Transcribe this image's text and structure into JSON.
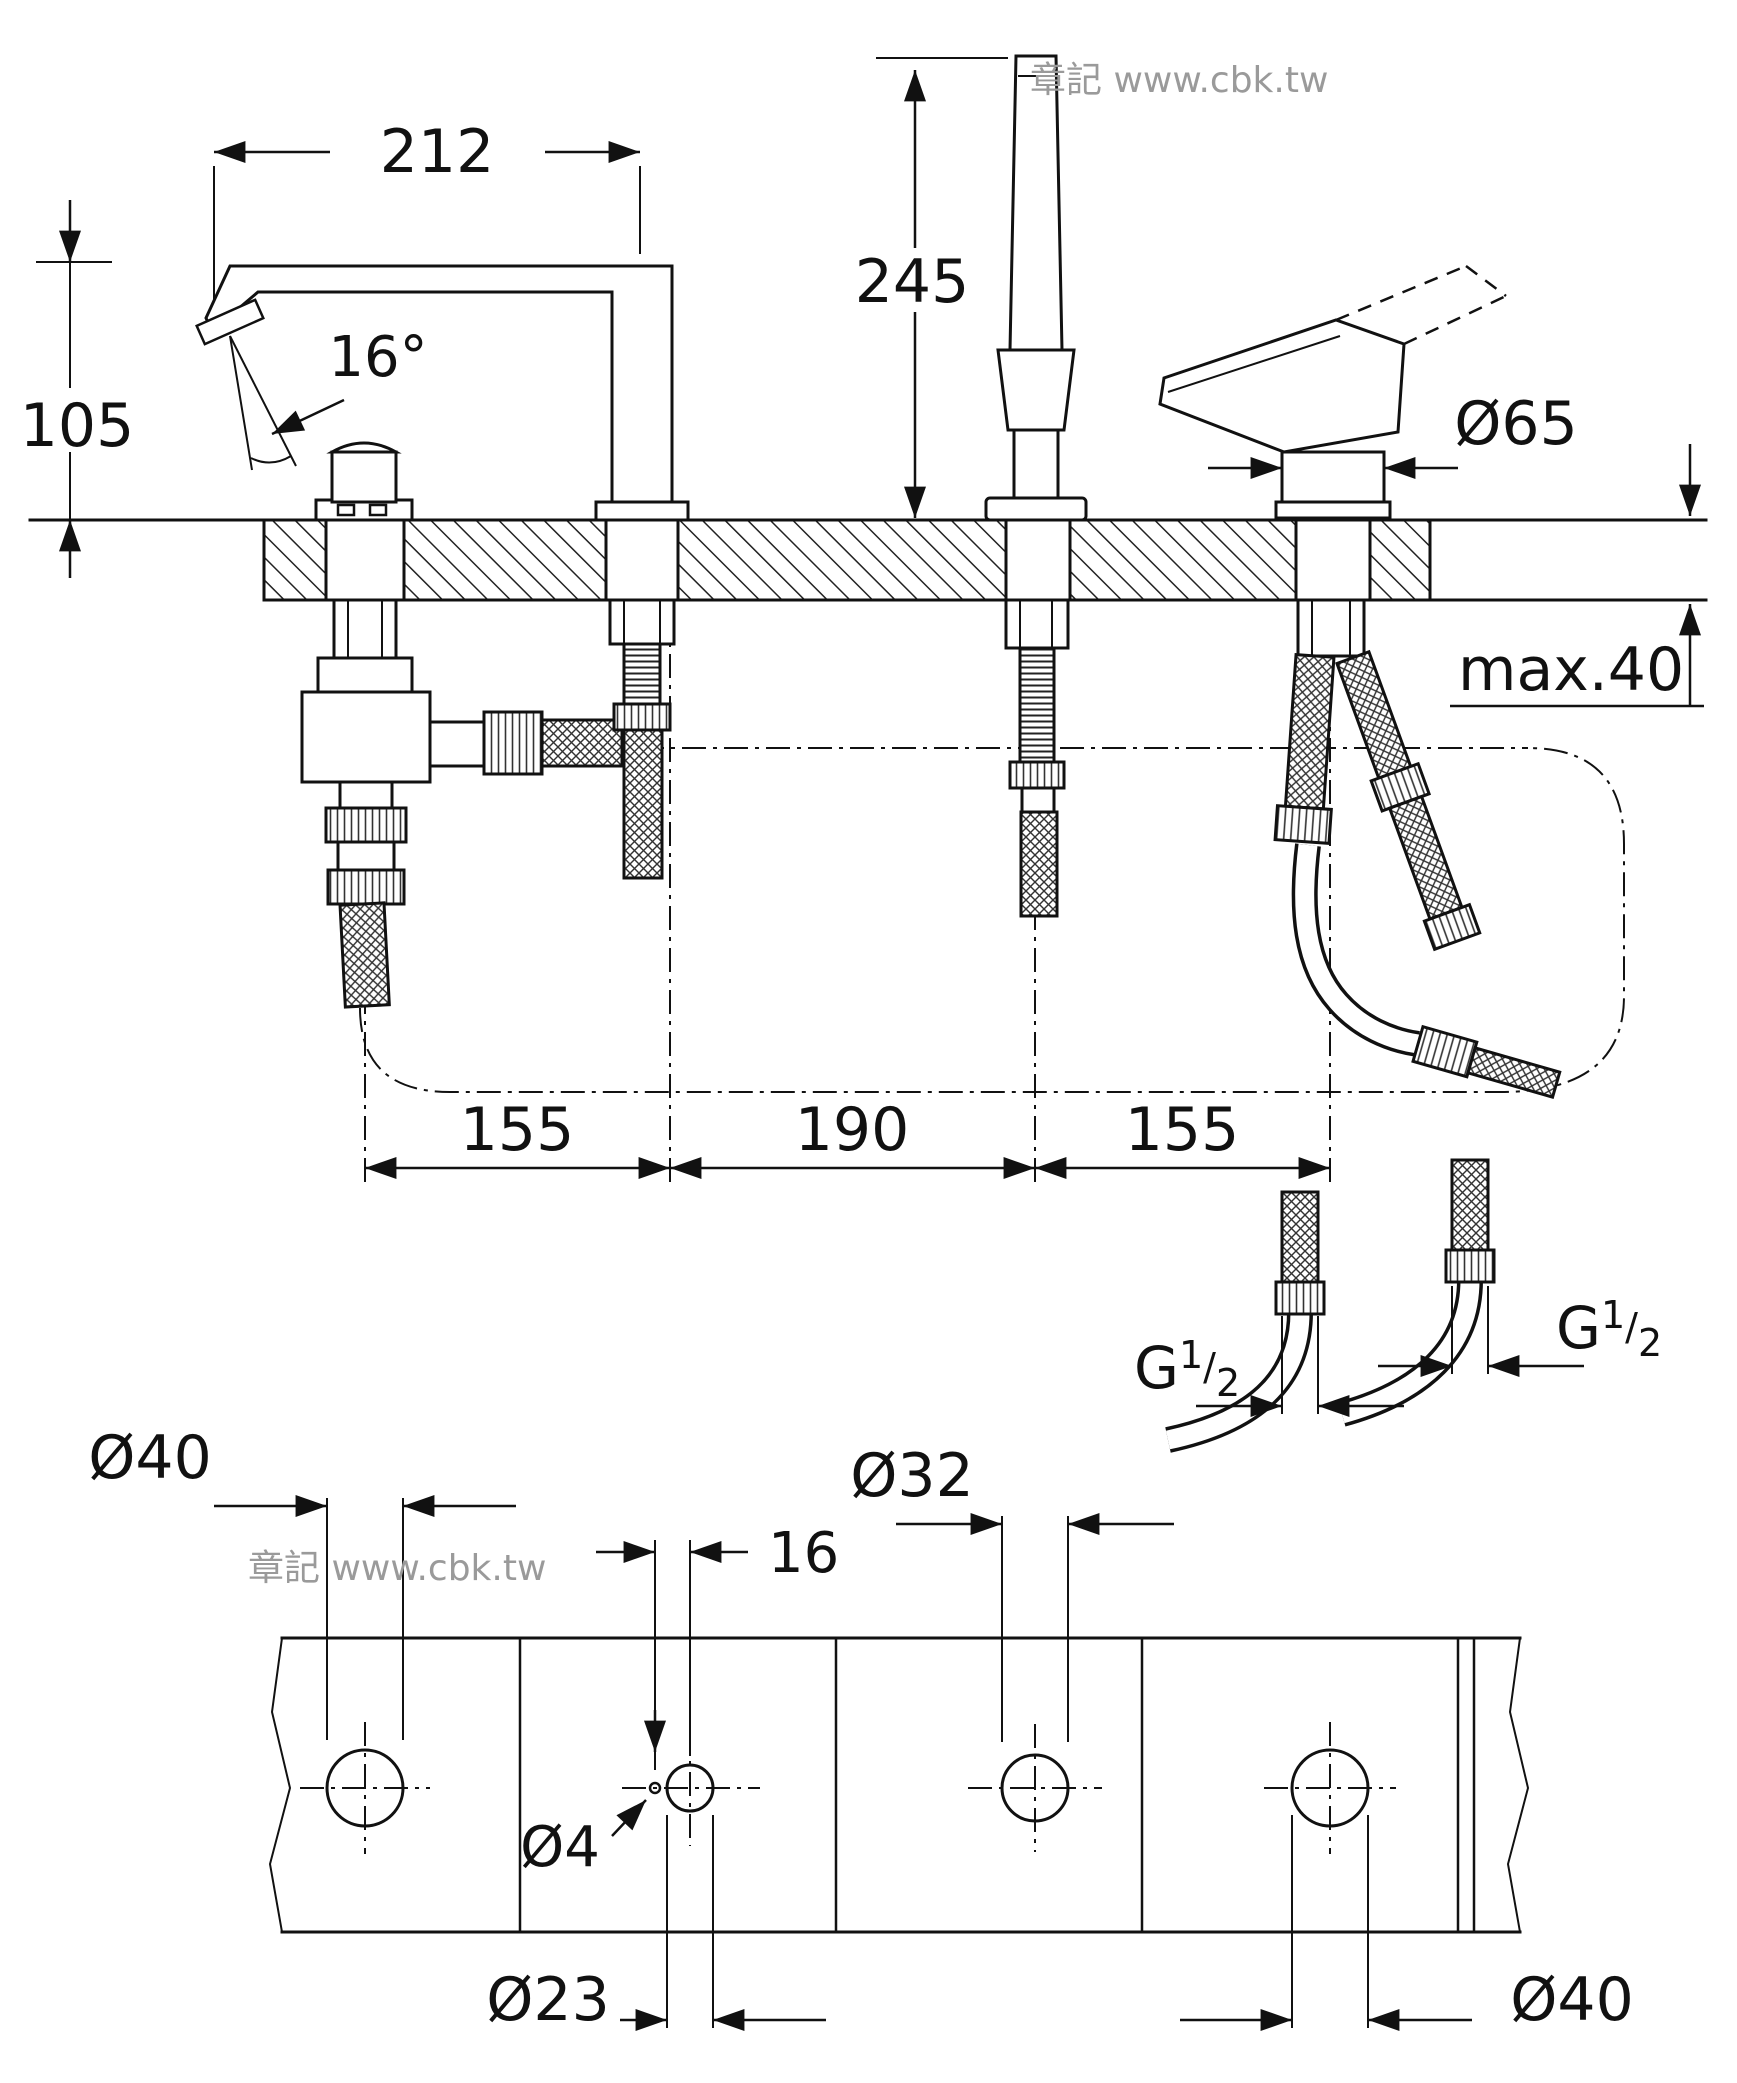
{
  "watermarks": {
    "top": "章記 www.cbk.tw",
    "bottom": "章記 www.cbk.tw"
  },
  "dims": {
    "spout_reach": "212",
    "shower_height": "245",
    "spout_angle": "16°",
    "spout_height": "105",
    "handle_diameter": "Ø65",
    "deck_thickness": "max.40",
    "spacing_left": "155",
    "spacing_center": "190",
    "spacing_right": "155",
    "hole_left": "Ø40",
    "hole_shower": "Ø32",
    "pilot_offset": "16",
    "pilot_diameter": "Ø4",
    "hole_handshower": "Ø23",
    "hole_right": "Ø40"
  },
  "threads": {
    "left": {
      "prefix": "G",
      "numerator": "1",
      "slash": "/",
      "denominator": "2"
    },
    "right": {
      "prefix": "G",
      "numerator": "1",
      "slash": "/",
      "denominator": "2"
    }
  }
}
